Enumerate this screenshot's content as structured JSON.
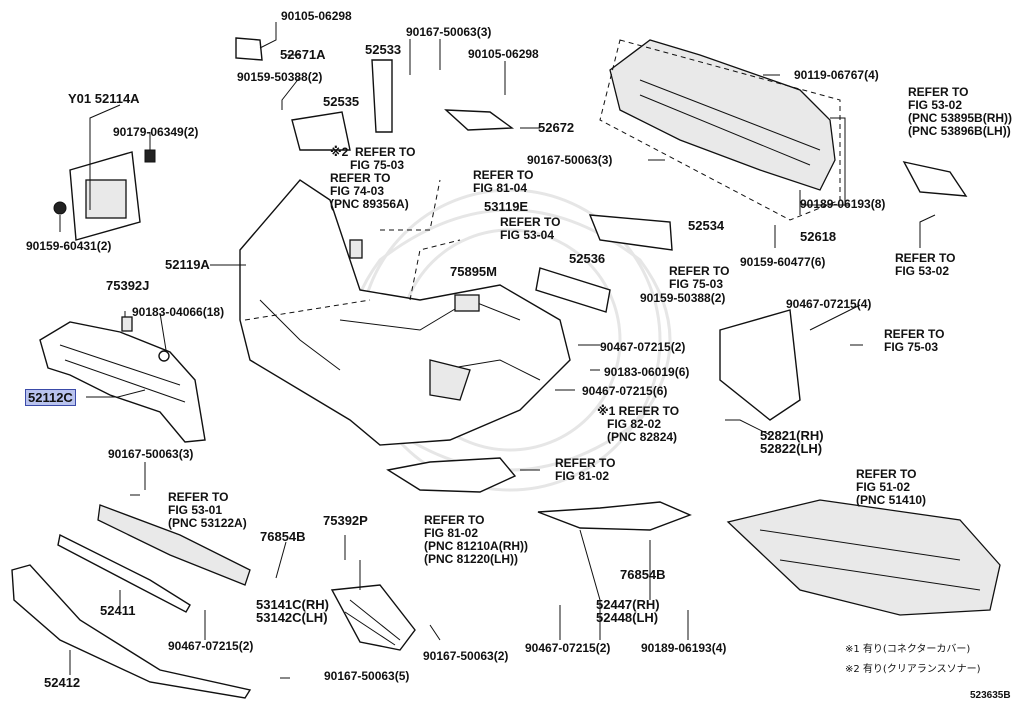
{
  "labels": {
    "p90105_06298_a": "90105-06298",
    "p52671A": "52671A",
    "p90167_50063_3_a": "90167-50063(3)",
    "p52533": "52533",
    "p90105_06298_b": "90105-06298",
    "p90119_06767_4": "90119-06767(4)",
    "p90159_50388_2_a": "90159-50388(2)",
    "pY01_52114A": "Y01 52114A",
    "p52535": "52535",
    "p52672": "52672",
    "p90179_06349_2": "90179-06349(2)",
    "ref_53_02_top": "REFER TO\nFIG 53-02\n(PNC 53895B(RH))\n(PNC 53896B(LH))",
    "ref_75_03_a": "※2  REFER TO\n      FIG 75-03",
    "ref_74_03": "REFER TO\nFIG 74-03\n(PNC 89356A)",
    "ref_81_04": "REFER TO\nFIG 81-04",
    "p90167_50063_3_b": "90167-50063(3)",
    "p53119E": "53119E",
    "ref_53_04": "REFER TO\nFIG 53-04",
    "p52534": "52534",
    "p90189_06193_8": "90189-06193(8)",
    "p52618": "52618",
    "p90159_60431_2": "90159-60431(2)",
    "p52119A": "52119A",
    "p75895M": "75895M",
    "p52536": "52536",
    "ref_75_03_b": "REFER TO\nFIG 75-03",
    "p90159_60477_6": "90159-60477(6)",
    "ref_53_02_b": "REFER TO\nFIG 53-02",
    "p75392J": "75392J",
    "p90183_04066_18": "90183-04066(18)",
    "p90159_50388_2_b": "90159-50388(2)",
    "p90467_07215_4": "90467-07215(4)",
    "ref_75_03_c": "REFER TO\nFIG 75-03",
    "p90467_07215_2_a": "90467-07215(2)",
    "p52112C": "52112C",
    "p90183_06019_6": "90183-06019(6)",
    "p90467_07215_6": "90467-07215(6)",
    "ref_82_02": "※1 REFER TO\n   FIG 82-02\n   (PNC 82824)",
    "p52821_22": "52821(RH)\n52822(LH)",
    "p90167_50063_3_c": "90167-50063(3)",
    "ref_81_02_a": "REFER TO\nFIG 81-02",
    "ref_51_02": "REFER TO\nFIG 51-02\n(PNC 51410)",
    "ref_53_01": "REFER TO\nFIG 53-01\n(PNC 53122A)",
    "p75392P": "75392P",
    "ref_81_02_b": "REFER TO\nFIG 81-02\n(PNC 81210A(RH))\n(PNC 81220(LH))",
    "p76854B_a": "76854B",
    "p76854B_b": "76854B",
    "p52411": "52411",
    "p53141C_42C": "53141C(RH)\n53142C(LH)",
    "p52447_48": "52447(RH)\n52448(LH)",
    "p90467_07215_2_b": "90467-07215(2)",
    "p90167_50063_2": "90167-50063(2)",
    "p90467_07215_2_c": "90467-07215(2)",
    "p90189_06193_4": "90189-06193(4)",
    "p52412": "52412",
    "p90167_50063_5": "90167-50063(5)"
  },
  "notes": {
    "note1": "※1 有り(コネクターカバー)",
    "note2": "※2 有り(クリアランスソナー)"
  },
  "figure_code": "523635B",
  "colors": {
    "highlight": "#b9c3ee",
    "line": "#111111"
  }
}
